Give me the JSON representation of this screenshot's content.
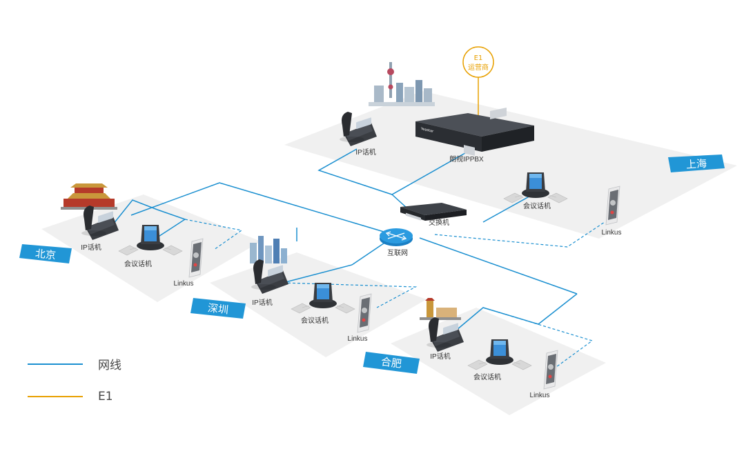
{
  "colors": {
    "network": "#1a8fd0",
    "e1": "#e8a000",
    "region_badge": "#2196d6",
    "platform": "#efefef"
  },
  "regions": {
    "shanghai": "上海",
    "beijing": "北京",
    "shenzhen": "深圳",
    "hefei": "合肥"
  },
  "devices": {
    "e1_line1": "E1",
    "e1_line2": "运营商",
    "pbx": "朗视IPPBX",
    "switch": "交换机",
    "internet": "互联网",
    "ip_phone": "IP话机",
    "conf_phone": "会议话机",
    "linkus": "Linkus"
  },
  "legend": {
    "network": "网线",
    "e1": "E1"
  }
}
